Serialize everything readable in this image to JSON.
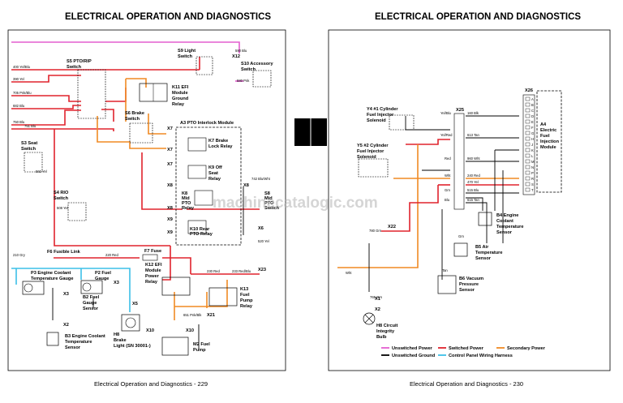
{
  "headers": {
    "left": "ELECTRICAL   OPERATION AND DIAGNOSTICS",
    "right": "ELECTRICAL   OPERATION AND DIAGNOSTICS"
  },
  "footers": {
    "left": "Electrical   Operation and Diagnostics - 229",
    "right": "Electrical   Operation and Diagnostics - 230"
  },
  "watermark": "machinecatalogic.com",
  "colors": {
    "unswitched_power": "#e35fcf",
    "switched_power": "#e0232d",
    "secondary_power": "#f08a24",
    "unswitched_ground": "#000000",
    "control_panel_harness": "#3cc0e8"
  },
  "left_components": {
    "s5": [
      "S5 PTO/RIP",
      "Switch"
    ],
    "s9": [
      "S9 Light",
      "Switch"
    ],
    "s10": [
      "S10 Accessory",
      "Switch"
    ],
    "k11": [
      "K11 EFI",
      "Module",
      "Ground",
      "Relay"
    ],
    "s6": [
      "S6 Brake",
      "Switch"
    ],
    "a3": "A3 PTO Interlock Module",
    "s3": [
      "S3 Seat",
      "Switch"
    ],
    "k7": [
      "K7 Brake",
      "Lock Relay"
    ],
    "k9": [
      "K9 Off",
      "Seat",
      "Relay"
    ],
    "k8": [
      "K8",
      "Mid",
      "PTO",
      "Relay"
    ],
    "k10": [
      "K10 Rear",
      "PTO Relay"
    ],
    "s8": [
      "S8",
      "Mid",
      "PTO",
      "Switch"
    ],
    "s4": [
      "S4 RIO",
      "Switch"
    ],
    "f6": "F6 Fusible Link",
    "f7": "F7 Fuse",
    "p3": [
      "P3 Engine Coolant",
      "Temperature Gauge"
    ],
    "p2": [
      "P2 Fuel",
      "Gauge"
    ],
    "b2": [
      "B2 Fuel",
      "Gauge",
      "Sensor"
    ],
    "k12": [
      "K12 EFI",
      "Module",
      "Power",
      "Relay"
    ],
    "k13": [
      "K13",
      "Fuel",
      "Pump",
      "Relay"
    ],
    "b3": [
      "B3 Engine Coolant",
      "Temperature",
      "Sensor"
    ],
    "h8": [
      "H8",
      "Brake",
      "Light (SN 30001-)"
    ],
    "m2": [
      "M2 Fuel",
      "Pump"
    ]
  },
  "left_connectors": [
    "X12",
    "X7",
    "X7",
    "X7",
    "X8",
    "X8",
    "X8",
    "X9",
    "X9",
    "X6",
    "X3",
    "X3",
    "X2",
    "X5",
    "X10",
    "X10",
    "X21",
    "X23"
  ],
  "left_wires": {
    "w400": "400 Yel/Blu",
    "w390": "390 Yel",
    "w705": "705 Pnk/Blu",
    "w682": "682 Blu",
    "w750": "750 Blu",
    "w751": "751 Blu",
    "w592": "592 Yel",
    "w210": "210 Gry",
    "w220": "220 Red",
    "w230": "230 Red",
    "w233": "233 Red/Blu",
    "w590": "590 Blu",
    "w580": "580 Pnk",
    "w508": "508 Yel",
    "w651": "651 Pnk/Blk",
    "w742": "742 Blu/Wht",
    "w520": "520 Yel"
  },
  "right_components": {
    "y4": [
      "Y4 #1 Cylinder",
      "Fuel Injector",
      "Solenoid"
    ],
    "y5": [
      "Y5 #2 Cylinder",
      "Fuel Injector",
      "Solenoid"
    ],
    "a4": [
      "A4",
      "Electric",
      "Fuel",
      "Injection",
      "Module"
    ],
    "b4": [
      "B4 Engine",
      "Coolant",
      "Temperature",
      "Sensor"
    ],
    "b5": [
      "B5 Air",
      "Temperature",
      "Sensor"
    ],
    "b6": [
      "B6 Vacuum",
      "Pressure",
      "Sensor"
    ],
    "h8": [
      "H8 Circuit",
      "Integrity",
      "Bulb"
    ]
  },
  "right_connectors": [
    "X26",
    "X25",
    "X22",
    "X1",
    "X2"
  ],
  "x26_pins": [
    "A",
    "B",
    "C",
    "D",
    "E",
    "F",
    "G",
    "H",
    "J",
    "K",
    "L",
    "M",
    "N",
    "P",
    "R",
    "S",
    "T"
  ],
  "right_wires": {
    "w160": "160 Blk",
    "w613": "613 Tan",
    "w960": "960 Wht",
    "w240": "240 Red",
    "w470": "470 Yel",
    "w515": "515 Blu",
    "w615": "615 Tan",
    "w780": "780 Grn",
    "w765": "765 Grn",
    "yel_blu": "Yel/Blu",
    "yel_red": "Yel/Red",
    "red": "Red",
    "wht": "Wht",
    "grn": "Grn",
    "blu": "Blu",
    "tan": "Tan"
  },
  "legend": [
    {
      "label": "Unswitched Power",
      "color": "#e35fcf"
    },
    {
      "label": "Switched Power",
      "color": "#e0232d"
    },
    {
      "label": "Secondary Power",
      "color": "#f08a24"
    },
    {
      "label": "Unswitched Ground",
      "color": "#000000"
    },
    {
      "label": "Control Panel Wiring Harness",
      "color": "#3cc0e8"
    }
  ]
}
